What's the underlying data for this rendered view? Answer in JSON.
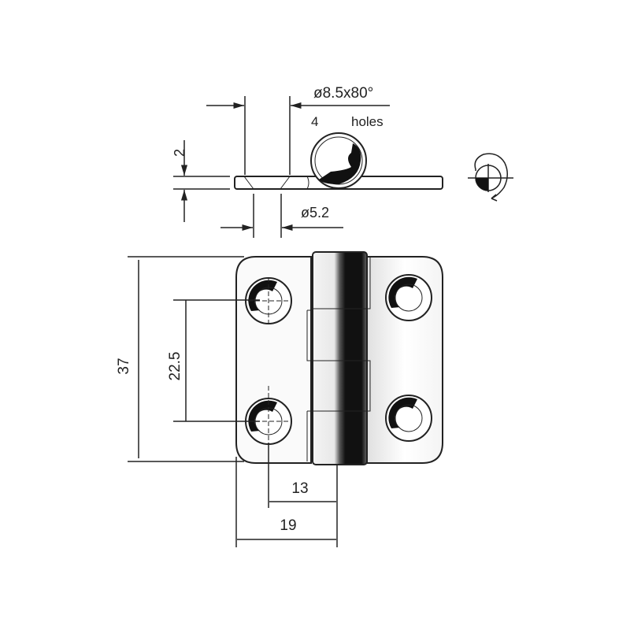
{
  "drawing": {
    "top_view": {
      "countersink_label": "ø8.5x80°",
      "hole_count": "4",
      "hole_word": "holes",
      "thickness_label": "2",
      "hole_diameter_label": "ø5.2"
    },
    "front_view": {
      "height_label": "37",
      "hole_spacing_label": "22.5",
      "hole_offset_label": "13",
      "leaf_width_label": "19"
    },
    "projection_symbol": "first-angle-projection-icon"
  }
}
